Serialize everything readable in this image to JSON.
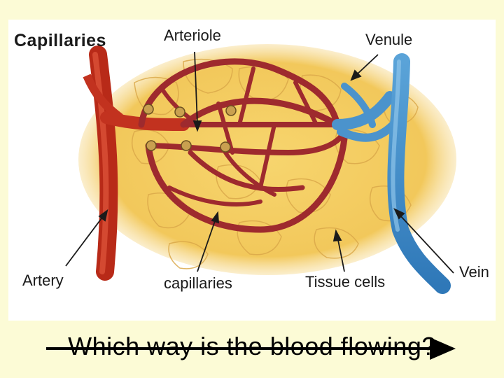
{
  "diagram": {
    "title": "Capillaries",
    "labels": {
      "arteriole": "Arteriole",
      "venule": "Venule",
      "artery": "Artery",
      "capillaries": "capillaries",
      "tissue_cells": "Tissue cells",
      "vein": "Vein"
    },
    "colors": {
      "artery": "#c2321f",
      "capillary": "#9e2a2e",
      "vein": "#3a86c4",
      "tissue": "#f2c85b",
      "background": "#fcfbd6"
    }
  },
  "question": "Which way is the blood flowing?"
}
